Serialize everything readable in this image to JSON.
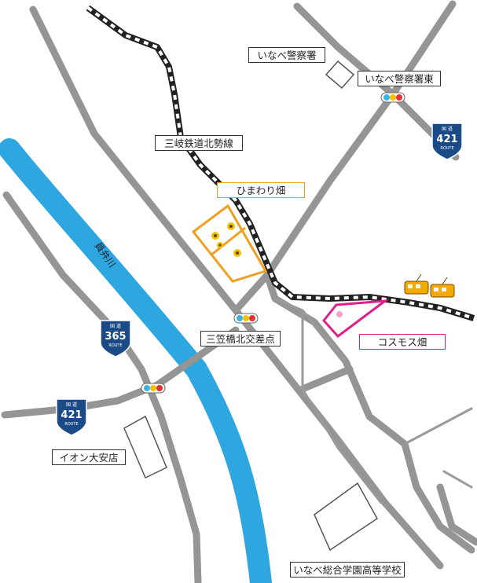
{
  "labels": {
    "police": "いなべ警察署",
    "police_east": "いなべ警察署東",
    "railway": "三岐鉄道北勢線",
    "sunflower": "ひまわり畑",
    "mikasa": "三笠橋北交差点",
    "cosmos": "コスモス畑",
    "aeon": "イオン大安店",
    "school": "いなべ総合学園高等学校",
    "river": "員弁川"
  },
  "shields": {
    "r421_top": {
      "top": "国 道",
      "num": "421",
      "bottom": "ROUTE"
    },
    "r365": {
      "top": "国 道",
      "num": "365",
      "bottom": "ROUTE"
    },
    "r421_left": {
      "top": "国 道",
      "num": "421",
      "bottom": "ROUTE"
    }
  },
  "colors": {
    "road": "#959595",
    "river": "#2ea6df",
    "sunflower_field": "#f0a020",
    "cosmos_field": "#e0208a",
    "rail": "#222222",
    "shield": "#1b4b87",
    "train": "#f2a900"
  }
}
